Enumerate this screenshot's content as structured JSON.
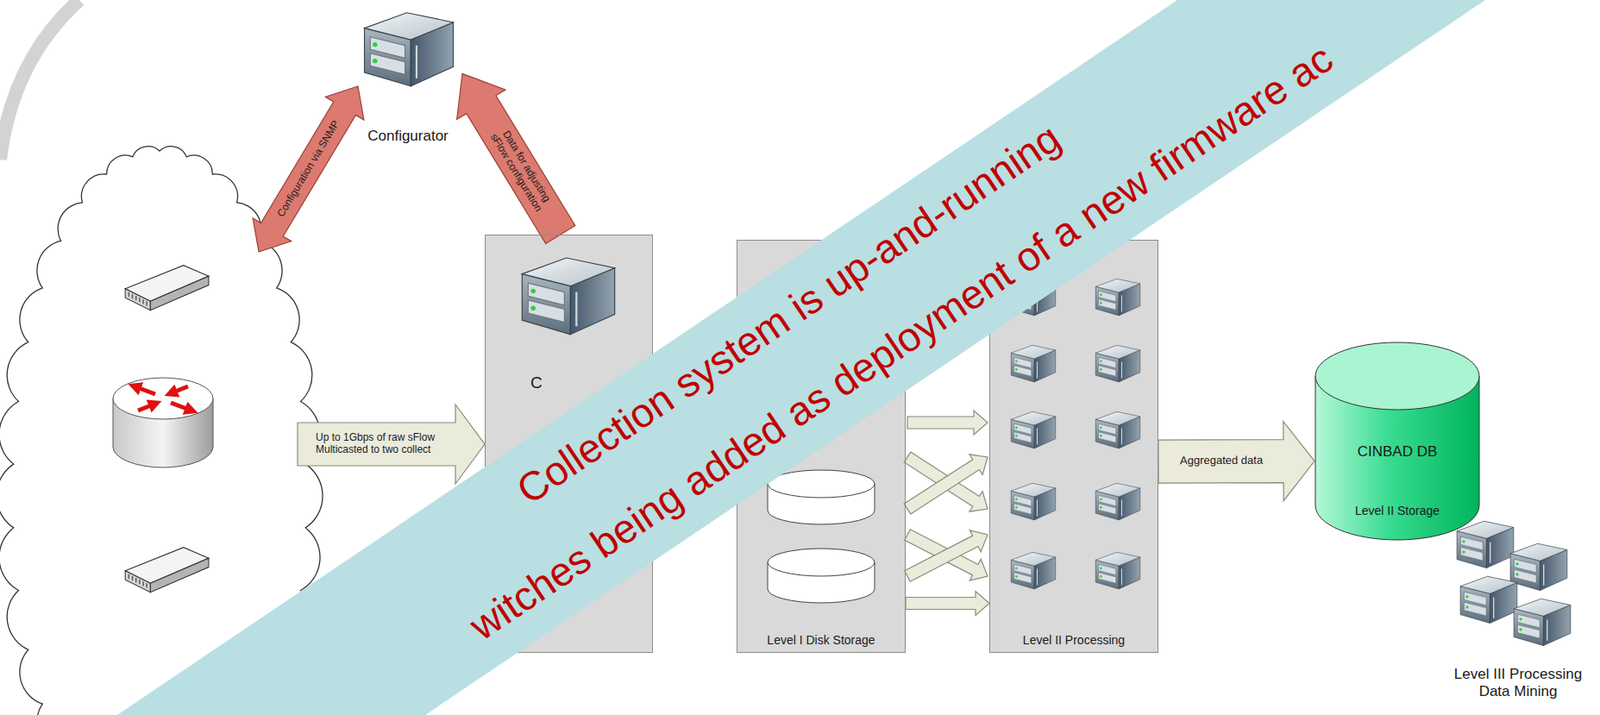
{
  "diagram": {
    "nodes": [
      {
        "text": [
          "Configurator"
        ]
      },
      {
        "text": [
          "C"
        ]
      },
      {
        "text": [
          "Level I Disk Storage"
        ]
      },
      {
        "text": [
          "Level II Processing"
        ]
      },
      {
        "text": [
          "CINBAD DB",
          "Level II Storage"
        ]
      },
      {
        "text": [
          "Level III Processing Data Mining"
        ]
      }
    ],
    "edges": [
      {
        "from": 1,
        "to": 0,
        "label": "Data for adjusting sFlow configuration",
        "arrow": "to"
      },
      {
        "from": 2,
        "to": 3,
        "arrow": "to"
      },
      {
        "from": 3,
        "to": 4,
        "label": "Aggregated data",
        "arrow": "to"
      }
    ],
    "labels": [
      "Configuration via SNMP",
      "Up to 1Gbps of raw sFlow Multicasted to two collect",
      "Collection system is up-and-running",
      "witches being added as deployment of a new firmware ac"
    ]
  }
}
